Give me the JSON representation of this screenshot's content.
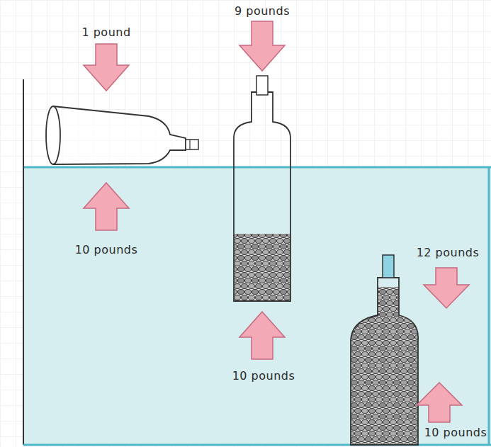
{
  "diagram": {
    "labels": [
      "1 pound",
      "9 pounds",
      "10 pounds",
      "10 pounds",
      "12 pounds",
      "10 pounds"
    ]
  }
}
